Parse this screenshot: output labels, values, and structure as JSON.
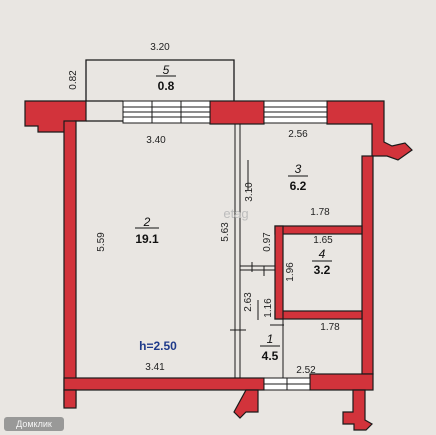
{
  "colors": {
    "wall": "#d2333b",
    "paper": "#e9e6e2",
    "line": "#1a1a1a",
    "height_text": "#1e3a8a"
  },
  "watermark": "etag",
  "credit": "Домклик",
  "height_label": "h=2.50",
  "rooms": [
    {
      "id": "5",
      "area": "0.8"
    },
    {
      "id": "2",
      "area": "19.1"
    },
    {
      "id": "3",
      "area": "6.2"
    },
    {
      "id": "4",
      "area": "3.2"
    },
    {
      "id": "1",
      "area": "4.5"
    }
  ],
  "dimensions": {
    "d320": "3.20",
    "d082": "0.82",
    "d340": "3.40",
    "d256": "2.56",
    "d310": "3.10",
    "d559": "5.59",
    "d563": "5.63",
    "d178a": "1.78",
    "d097": "0.97",
    "d165": "1.65",
    "d196": "1.96",
    "d116": "1.16",
    "d263": "2.63",
    "d178b": "1.78",
    "d341": "3.41",
    "d252": "2.52"
  }
}
